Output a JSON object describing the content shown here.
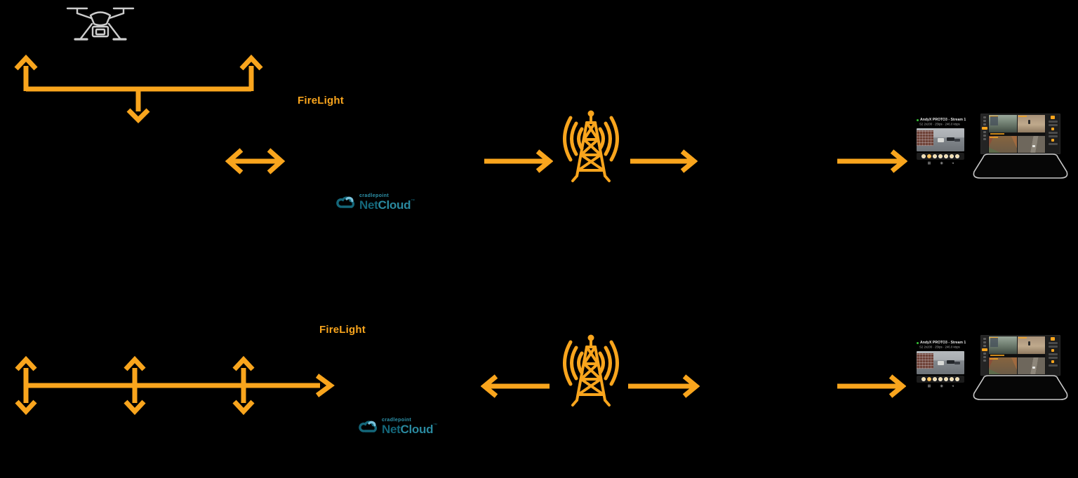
{
  "colors": {
    "background": "#000000",
    "accent_orange": "#F9A51D",
    "netcloud_dark_teal": "#14677A",
    "netcloud_light_teal": "#2E95AD",
    "netcloud_light_blue": "#7AC3DC",
    "status_green": "#35C135"
  },
  "row_top": {
    "firelight_label": "FireLight"
  },
  "row_bottom": {
    "firelight_label": "FireLight"
  },
  "netcloud_logo": {
    "brand": "cradlepoint",
    "name_bold": "Net",
    "name_light": "Cloud",
    "trademark": "™"
  },
  "stream_app": {
    "status_icon": "●",
    "title": "AndyX PROTO3 - Stream 1",
    "stats": "S2 2x200 · 25fps · 246.0 kbps",
    "controls": [
      "▦",
      "◉",
      "◂"
    ],
    "shutter_button_count": 7
  },
  "icons": {
    "drone": "drone-icon",
    "cell_tower": "cell-tower-icon",
    "netcloud_cloud": "cloud-logo-icon",
    "coverage_bracket": "bracket-arrow-icon",
    "bidirectional_arrow": "double-arrow-icon",
    "flow_arrow": "arrow-icon"
  }
}
